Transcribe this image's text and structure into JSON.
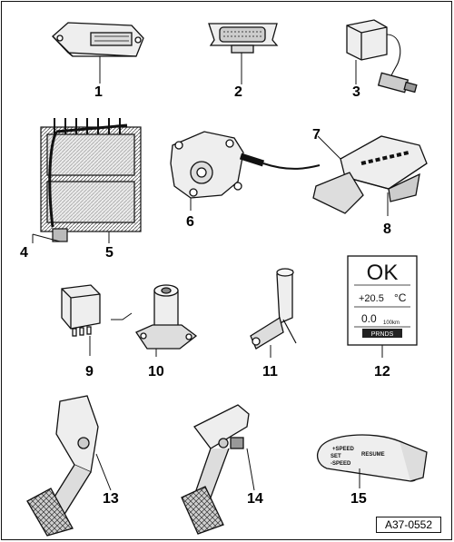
{
  "labels": [
    "1",
    "2",
    "3",
    "4",
    "5",
    "6",
    "7",
    "8",
    "9",
    "10",
    "11",
    "12",
    "13",
    "14",
    "15"
  ],
  "reference_code": "A37-0552",
  "display": {
    "status": "OK",
    "temperature": "+20.5",
    "temperature_unit": "°C",
    "odometer": "0.0",
    "odometer_unit": "100km",
    "gear_indicator": "PRNDS"
  },
  "cruise_stalk": {
    "speed_up": "+SPEED",
    "set": "SET",
    "resume": "RESUME",
    "speed_down": "-SPEED"
  }
}
